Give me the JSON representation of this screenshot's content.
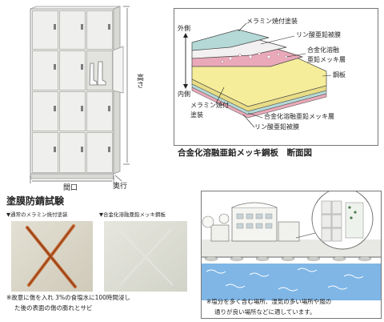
{
  "locker": {
    "height_label": "高さ",
    "width_label": "間口",
    "depth_label": "奥行"
  },
  "section_diagram": {
    "outer_label": "外側",
    "inner_label": "内側",
    "layers": {
      "melamine_top": "メラミン焼付塗装",
      "phosphate_top": "リン酸亜鉛被膜",
      "alloy_top_line1": "合金化溶融",
      "alloy_top_line2": "亜鉛メッキ層",
      "steel": "鋼板",
      "melamine_bottom_line1": "メラミン焼付",
      "melamine_bottom_line2": "塗装",
      "alloy_bottom": "合金化溶融亜鉛メッキ層",
      "phosphate_bottom": "リン酸亜鉛被膜"
    },
    "caption": "合金化溶融亜鉛メッキ鋼板　断面図",
    "colors": {
      "melamine": "#b4d9d7",
      "phosphate": "#f2f0f0",
      "alloy": "#e9a9b9",
      "steel": "#f6ed9b"
    }
  },
  "corrosion_test": {
    "title": "塗膜防錆試験",
    "label_standard": "▼通常のメラミン焼付塗装",
    "label_alloy": "▼合金化溶融亜鉛メッキ鋼板",
    "note_line1": "※故意に傷を入れ 3%の食塩水に100時間浸し",
    "note_line2": "た後の表面の傷の膨れとサビ"
  },
  "coastal": {
    "note_line1": "※塩分を多く含む場所、湿気の多い場所や風の",
    "note_line2": "通りが良い場所などに適しています。"
  }
}
